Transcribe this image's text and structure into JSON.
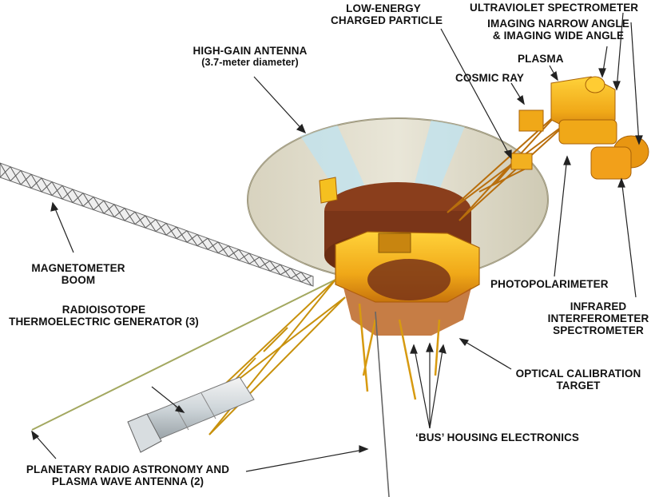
{
  "colors": {
    "dish_rim": "#c9c4ac",
    "dish_beam": "#bfe0ec",
    "bus_brown": "#7a3518",
    "gold": "#f0a818",
    "gold_dark": "#c87a10",
    "line": "#222222"
  },
  "labels": {
    "lecp_1": "LOW-ENERGY",
    "lecp_2": "CHARGED PARTICLE",
    "uvs": "ULTRAVIOLET SPECTROMETER",
    "img_1": "IMAGING NARROW ANGLE",
    "img_2": "& IMAGING WIDE ANGLE",
    "plasma": "PLASMA",
    "hga_1": "HIGH-GAIN ANTENNA",
    "hga_2": "(3.7-meter diameter)",
    "cosmic": "COSMIC RAY",
    "mag_1": "MAGNETOMETER",
    "mag_2": "BOOM",
    "rtg_1": "RADIOISOTOPE",
    "rtg_2": "THERMOELECTRIC GENERATOR (3)",
    "ppol": "PHOTOPOLARIMETER",
    "iris_1": "INFRARED",
    "iris_2": "INTERFEROMETER",
    "iris_3": "SPECTROMETER",
    "oct_1": "OPTICAL CALIBRATION",
    "oct_2": "TARGET",
    "bus": "‘BUS’ HOUSING ELECTRONICS",
    "pra_1": "PLANETARY RADIO ASTRONOMY AND",
    "pra_2": "PLASMA WAVE ANTENNA (2)"
  }
}
